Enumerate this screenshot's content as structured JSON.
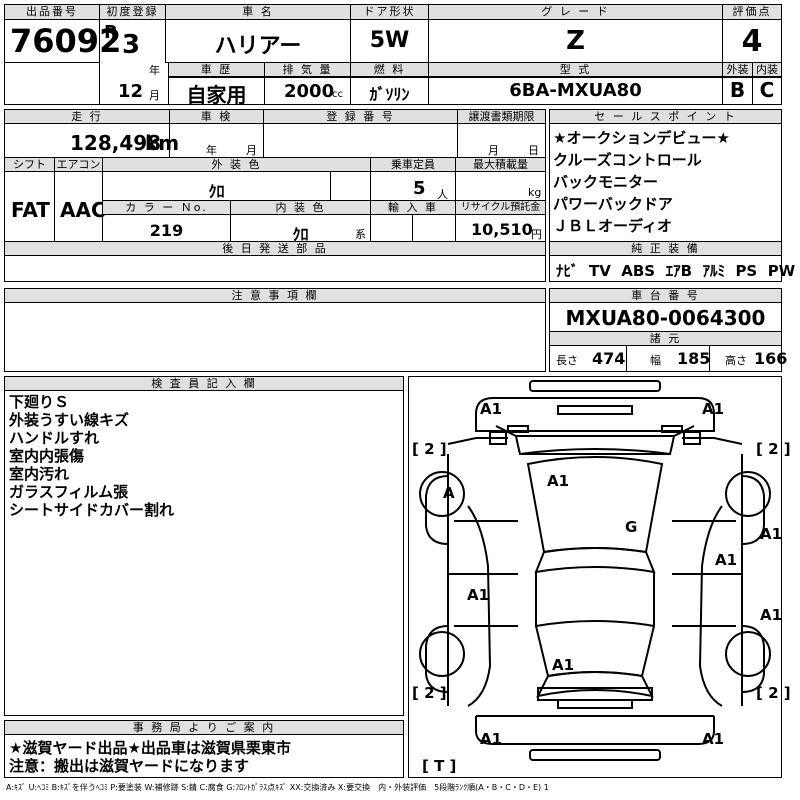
{
  "header": {
    "lot_label": "出品番号",
    "lot": "76092",
    "reg_label": "初度登録",
    "era": "R",
    "year": "3",
    "year_unit": "年",
    "month": "12",
    "month_unit": "月",
    "name_label": "車 名",
    "name": "ハリアー",
    "door_label": "ドア形状",
    "door": "5W",
    "grade_label": "グ レ ー ド",
    "grade": "Z",
    "score_label": "評価点",
    "score": "4",
    "history_label": "車 歴",
    "history": "自家用",
    "disp_label": "排 気 量",
    "disp": "2000",
    "disp_unit": "cc",
    "fuel_label": "燃 料",
    "fuel": "ｶﾞｿﾘﾝ",
    "model_label": "型 式",
    "model": "6BA-MXUA80",
    "ext_label": "外装",
    "ext": "B",
    "int_label": "内装",
    "int": "C"
  },
  "row2": {
    "mileage_label": "走 行",
    "mileage": "128,498",
    "mileage_unit": "km",
    "inspection_label": "車 検",
    "year_unit": "年",
    "month_unit": "月",
    "plate_label": "登 録 番 号",
    "transfer_label": "譲渡書類期限",
    "transfer_month": "月",
    "transfer_day": "日",
    "shift_label": "シフト",
    "shift": "FAT",
    "ac_label": "エアコン",
    "ac": "AAC",
    "color_label": "外 装 色",
    "color": "ｸﾛ",
    "seats_label": "乗車定員",
    "seats": "5",
    "seats_unit": "人",
    "load_label": "最大積載量",
    "load_unit": "kg",
    "colorno_label": "カ ラ ー Ｎo.",
    "colorno": "219",
    "intcolor_label": "内 装 色",
    "intcolor": "ｸﾛ",
    "intcolor_unit": "系",
    "import_label": "輸 入 車",
    "recycle_label": "リサイクル預託金",
    "recycle": "10,510",
    "recycle_unit": "円",
    "later_label": "後 日 発 送 部 品"
  },
  "sales": {
    "label": "セ ー ル ス ポ イ ン ト",
    "items": [
      "★オークションデビュー★",
      "クルーズコントロール",
      "バックモニター",
      "パワーバックドア",
      "ＪＢＬオーディオ"
    ]
  },
  "equipment": {
    "label": "純 正 装 備",
    "items": [
      "ﾅﾋﾞ",
      "TV",
      "ABS",
      "ｴｱB",
      "ｱﾙﾐ",
      "PS",
      "PW"
    ]
  },
  "notes": {
    "label": "注 意 事 項 欄"
  },
  "chassis": {
    "label": "車 台 番 号",
    "number": "MXUA80-0064300",
    "spec_label": "諸 元",
    "len_label": "長さ",
    "len": "474",
    "wid_label": "幅",
    "wid": "185",
    "hei_label": "高さ",
    "hei": "166"
  },
  "inspector": {
    "label": "検 査 員 記 入 欄",
    "lines": [
      "下廻りＳ",
      "外装うすい線キズ",
      "ハンドルすれ",
      "室内内張傷",
      "室内汚れ",
      "ガラスフィルム張",
      "シートサイドカバー割れ"
    ]
  },
  "office": {
    "label": "事 務 局 よ り ご 案 内",
    "lines": [
      "★滋賀ヤード出品★出品車は滋賀県栗東市",
      "注意：搬出は滋賀ヤードになります"
    ]
  },
  "diagram": {
    "marks": [
      "A1",
      "A1",
      "A1",
      "A1",
      "A",
      "A1",
      "G",
      "A1",
      "A1",
      "A1",
      "A1",
      "A1"
    ],
    "brackets": [
      "[ 2 ]",
      "[ 2 ]",
      "[ 2 ]",
      "[ 2 ]",
      "[ T ]"
    ]
  },
  "legend": "A:ｷｽﾞ U:ﾍｺﾐ B:ｷｽﾞを伴うﾍｺﾐ P:要塗装 W:補修跡 S:錆 C:腐食 G:ﾌﾛﾝﾄｶﾞﾗｽ点ｷｽﾞ XX:交換済み X:要交換　内・外装評価　5段階ﾗﾝｸ順(A・B・C・D・E) 1"
}
